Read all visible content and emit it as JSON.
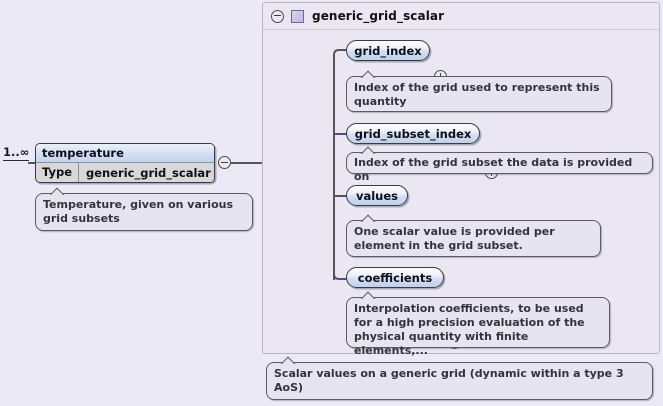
{
  "diagram": {
    "kind": "xml-schema-tree",
    "background_color": "#eae9f5",
    "panel_color": "#eae7f3",
    "element": {
      "cardinality": "1..∞",
      "name": "temperature",
      "type_key": "Type",
      "type_value": "generic_grid_scalar",
      "collapse_icon": "minus-circle-icon",
      "annotation": "Temperature, given on various grid subsets"
    },
    "compositor": {
      "icon": "sequence-icon",
      "collapse_icon": "minus-circle-icon"
    },
    "type_panel": {
      "collapse_icon": "minus-circle-icon",
      "type_icon": "complex-type-icon",
      "title": "generic_grid_scalar",
      "annotation": "Scalar values on a generic grid (dynamic within a type 3 AoS)"
    },
    "children": [
      {
        "name": "grid_index",
        "expand_icon": "plus-circle-icon",
        "annotation": "Index of the grid used to represent this quantity"
      },
      {
        "name": "grid_subset_index",
        "expand_icon": "plus-circle-icon",
        "annotation": "Index of the grid subset the data is provided on"
      },
      {
        "name": "values",
        "expand_icon": "plus-circle-icon",
        "annotation": "One scalar value is provided per element in the grid subset."
      },
      {
        "name": "coefficients",
        "expand_icon": "plus-circle-icon",
        "annotation": "Interpolation coefficients, to be used for a high precision evaluation of the physical quantity with finite elements,..."
      }
    ]
  }
}
